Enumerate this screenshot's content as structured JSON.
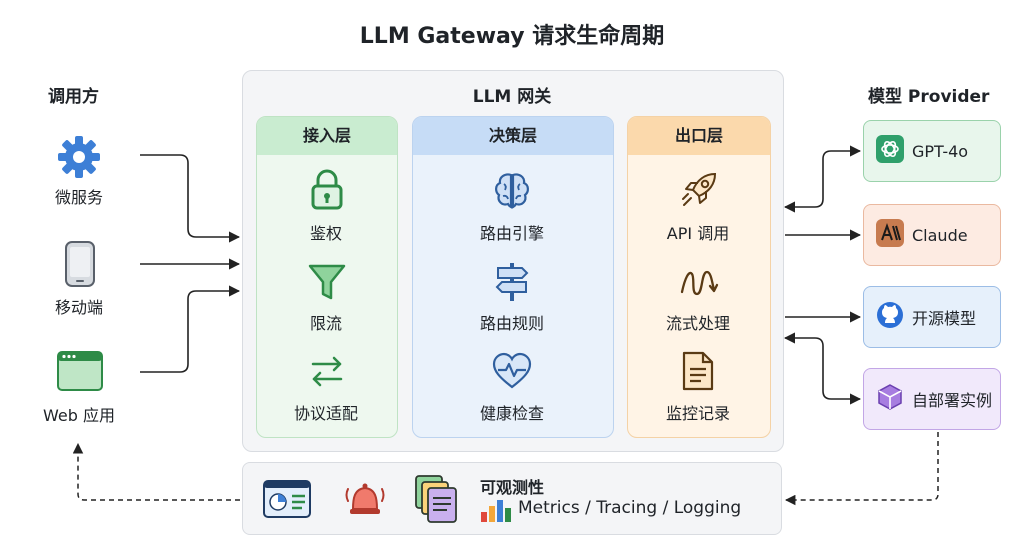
{
  "title": "LLM Gateway 请求生命周期",
  "callers": {
    "heading": "调用方",
    "items": [
      {
        "label": "微服务",
        "icon": "gear-icon"
      },
      {
        "label": "移动端",
        "icon": "mobile-phone-icon"
      },
      {
        "label": "Web 应用",
        "icon": "browser-window-icon"
      }
    ]
  },
  "gateway": {
    "title": "LLM 网关",
    "layers": [
      {
        "name": "接入层",
        "color": "#c9ecd0",
        "items": [
          {
            "label": "鉴权",
            "icon": "lock-icon"
          },
          {
            "label": "限流",
            "icon": "funnel-icon"
          },
          {
            "label": "协议适配",
            "icon": "swap-arrows-icon"
          }
        ]
      },
      {
        "name": "决策层",
        "color": "#c6dcf6",
        "items": [
          {
            "label": "路由引擎",
            "icon": "brain-icon"
          },
          {
            "label": "路由规则",
            "icon": "signpost-icon"
          },
          {
            "label": "健康检查",
            "icon": "heart-pulse-icon"
          }
        ]
      },
      {
        "name": "出口层",
        "color": "#fbd9ac",
        "items": [
          {
            "label": "API 调用",
            "icon": "rocket-icon"
          },
          {
            "label": "流式处理",
            "icon": "stream-wave-icon"
          },
          {
            "label": "监控记录",
            "icon": "document-icon"
          }
        ]
      }
    ]
  },
  "providers": {
    "heading": "模型 Provider",
    "items": [
      {
        "label": "GPT-4o",
        "icon": "openai-icon"
      },
      {
        "label": "Claude",
        "icon": "anthropic-icon"
      },
      {
        "label": "开源模型",
        "icon": "github-icon"
      },
      {
        "label": "自部署实例",
        "icon": "cube-icon"
      }
    ]
  },
  "observability": {
    "title": "可观测性",
    "subtitle": "Metrics / Tracing / Logging",
    "icons": [
      "dashboard-icon",
      "alarm-bell-icon",
      "log-files-icon",
      "bar-chart-icon"
    ]
  }
}
